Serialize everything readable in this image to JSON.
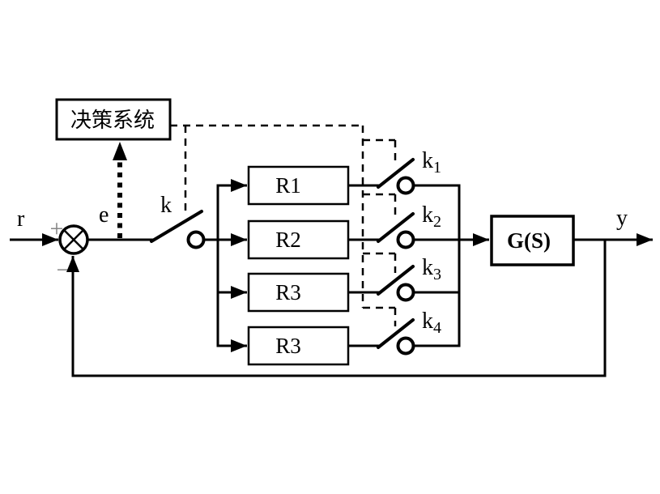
{
  "diagram": {
    "background": "#ffffff",
    "ink_color": "#000000",
    "sign_color": "#858585",
    "decision_block": {
      "label": "决策系统"
    },
    "plant_block": {
      "label": "G(S)"
    },
    "controller_blocks": [
      {
        "label": "R1"
      },
      {
        "label": "R2"
      },
      {
        "label": "R3"
      },
      {
        "label": "R3"
      }
    ],
    "main_switch": {
      "label": "k"
    },
    "branch_switches": [
      {
        "base": "k",
        "sub": "1"
      },
      {
        "base": "k",
        "sub": "2"
      },
      {
        "base": "k",
        "sub": "3"
      },
      {
        "base": "k",
        "sub": "4"
      }
    ],
    "signals": {
      "reference": "r",
      "error": "e",
      "output": "y",
      "plus": "+",
      "minus": "−"
    }
  }
}
